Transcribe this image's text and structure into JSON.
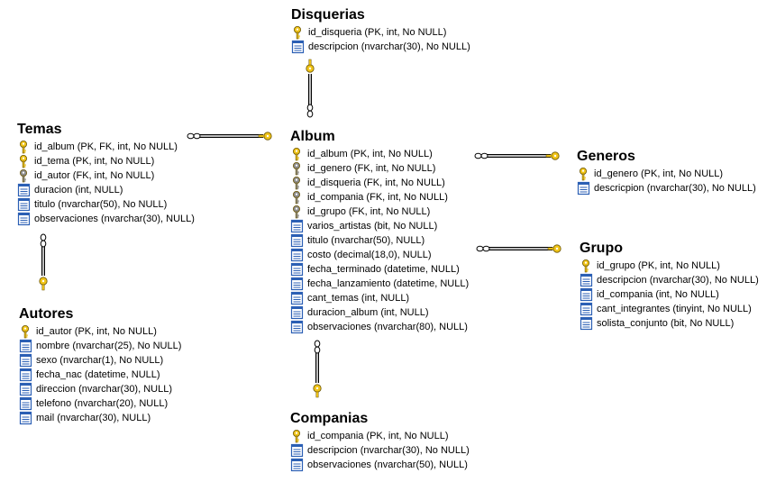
{
  "tables": [
    {
      "id": "disquerias",
      "name": "Disquerias",
      "columns": [
        {
          "icon": "pk",
          "text": "id_disqueria (PK, int, No NULL)"
        },
        {
          "icon": "col",
          "text": "descripcion (nvarchar(30), No NULL)"
        }
      ]
    },
    {
      "id": "temas",
      "name": "Temas",
      "columns": [
        {
          "icon": "pk",
          "text": "id_album (PK, FK, int, No NULL)"
        },
        {
          "icon": "pk",
          "text": "id_tema (PK, int, No NULL)"
        },
        {
          "icon": "fk",
          "text": "id_autor (FK, int, No NULL)"
        },
        {
          "icon": "col",
          "text": "duracion (int, NULL)"
        },
        {
          "icon": "col",
          "text": "titulo (nvarchar(50), No NULL)"
        },
        {
          "icon": "col",
          "text": "observaciones (nvarchar(30), NULL)"
        }
      ]
    },
    {
      "id": "album",
      "name": "Album",
      "columns": [
        {
          "icon": "pk",
          "text": "id_album (PK, int, No NULL)"
        },
        {
          "icon": "fk",
          "text": "id_genero (FK, int, No NULL)"
        },
        {
          "icon": "fk",
          "text": "id_disqueria (FK, int, No NULL)"
        },
        {
          "icon": "fk",
          "text": "id_compania (FK, int, No NULL)"
        },
        {
          "icon": "fk",
          "text": "id_grupo (FK, int, No NULL)"
        },
        {
          "icon": "col",
          "text": "varios_artistas (bit, No NULL)"
        },
        {
          "icon": "col",
          "text": "titulo (nvarchar(50), NULL)"
        },
        {
          "icon": "col",
          "text": "costo (decimal(18,0), NULL)"
        },
        {
          "icon": "col",
          "text": "fecha_terminado (datetime, NULL)"
        },
        {
          "icon": "col",
          "text": "fecha_lanzamiento (datetime, NULL)"
        },
        {
          "icon": "col",
          "text": "cant_temas (int, NULL)"
        },
        {
          "icon": "col",
          "text": "duracion_album (int, NULL)"
        },
        {
          "icon": "col",
          "text": "observaciones (nvarchar(80), NULL)"
        }
      ]
    },
    {
      "id": "generos",
      "name": "Generos",
      "columns": [
        {
          "icon": "pk",
          "text": "id_genero (PK, int, No NULL)"
        },
        {
          "icon": "col",
          "text": "descricpion (nvarchar(30), No NULL)"
        }
      ]
    },
    {
      "id": "grupo",
      "name": "Grupo",
      "columns": [
        {
          "icon": "pk",
          "text": "id_grupo (PK, int, No NULL)"
        },
        {
          "icon": "col",
          "text": "descripcion (nvarchar(30), No NULL)"
        },
        {
          "icon": "col",
          "text": "id_compania (int, No NULL)"
        },
        {
          "icon": "col",
          "text": "cant_integrantes (tinyint, No NULL)"
        },
        {
          "icon": "col",
          "text": "solista_conjunto (bit, No NULL)"
        }
      ]
    },
    {
      "id": "autores",
      "name": "Autores",
      "columns": [
        {
          "icon": "pk",
          "text": "id_autor (PK, int, No NULL)"
        },
        {
          "icon": "col",
          "text": "nombre (nvarchar(25), No NULL)"
        },
        {
          "icon": "col",
          "text": "sexo (nvarchar(1), No NULL)"
        },
        {
          "icon": "col",
          "text": "fecha_nac (datetime, NULL)"
        },
        {
          "icon": "col",
          "text": "direccion (nvarchar(30), NULL)"
        },
        {
          "icon": "col",
          "text": "telefono (nvarchar(20), NULL)"
        },
        {
          "icon": "col",
          "text": "mail (nvarchar(30), NULL)"
        }
      ]
    },
    {
      "id": "companias",
      "name": "Companias",
      "columns": [
        {
          "icon": "pk",
          "text": "id_compania (PK, int, No NULL)"
        },
        {
          "icon": "col",
          "text": "descripcion (nvarchar(30), No NULL)"
        },
        {
          "icon": "col",
          "text": "observaciones (nvarchar(50), NULL)"
        }
      ]
    }
  ],
  "relationships": [
    {
      "from": "album",
      "to": "disquerias",
      "many_end": "album",
      "one_end": "disquerias"
    },
    {
      "from": "temas",
      "to": "album",
      "many_end": "temas",
      "one_end": "album"
    },
    {
      "from": "album",
      "to": "generos",
      "many_end": "album",
      "one_end": "generos"
    },
    {
      "from": "album",
      "to": "grupo",
      "many_end": "album",
      "one_end": "grupo"
    },
    {
      "from": "temas",
      "to": "autores",
      "many_end": "temas",
      "one_end": "autores"
    },
    {
      "from": "album",
      "to": "companias",
      "many_end": "album",
      "one_end": "companias"
    }
  ],
  "colors": {
    "key_gold": "#f0c419",
    "key_gray": "#8c8c8c",
    "column_blue": "#2b5fb4",
    "line": "#000000"
  }
}
